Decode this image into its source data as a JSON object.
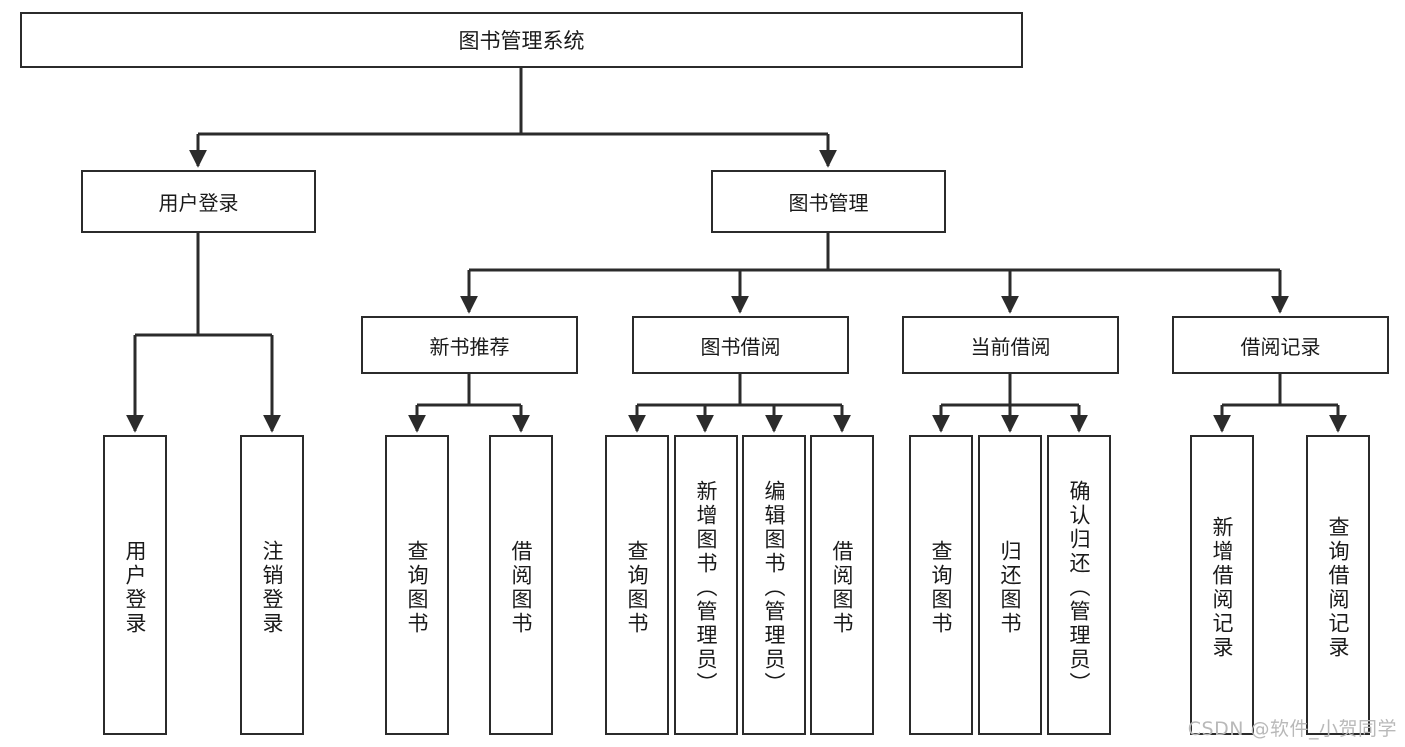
{
  "diagram": {
    "title": "图书管理系统",
    "type": "tree-hierarchy-chart",
    "root": {
      "label": "图书管理系统"
    },
    "level1": [
      {
        "label": "用户登录"
      },
      {
        "label": "图书管理"
      }
    ],
    "level2": [
      {
        "label": "新书推荐"
      },
      {
        "label": "图书借阅"
      },
      {
        "label": "当前借阅"
      },
      {
        "label": "借阅记录"
      }
    ],
    "leaves": {
      "user_login": [
        {
          "label": "用户登录"
        },
        {
          "label": "注销登录"
        }
      ],
      "new_book": [
        {
          "label": "查询图书"
        },
        {
          "label": "借阅图书"
        }
      ],
      "book_borrow": [
        {
          "label": "查询图书"
        },
        {
          "label": "新增图书（管理员）"
        },
        {
          "label": "编辑图书（管理员）"
        },
        {
          "label": "借阅图书"
        }
      ],
      "current_borrow": [
        {
          "label": "查询图书"
        },
        {
          "label": "归还图书"
        },
        {
          "label": "确认归还（管理员）"
        }
      ],
      "borrow_record": [
        {
          "label": "新增借阅记录"
        },
        {
          "label": "查询借阅记录"
        }
      ]
    }
  },
  "watermark": {
    "text": "CSDN @软件_小贺同学"
  },
  "colors": {
    "stroke": "#2b2b2b",
    "background": "#ffffff",
    "text": "#1a1a1a",
    "watermark": "#b9b9b9"
  }
}
